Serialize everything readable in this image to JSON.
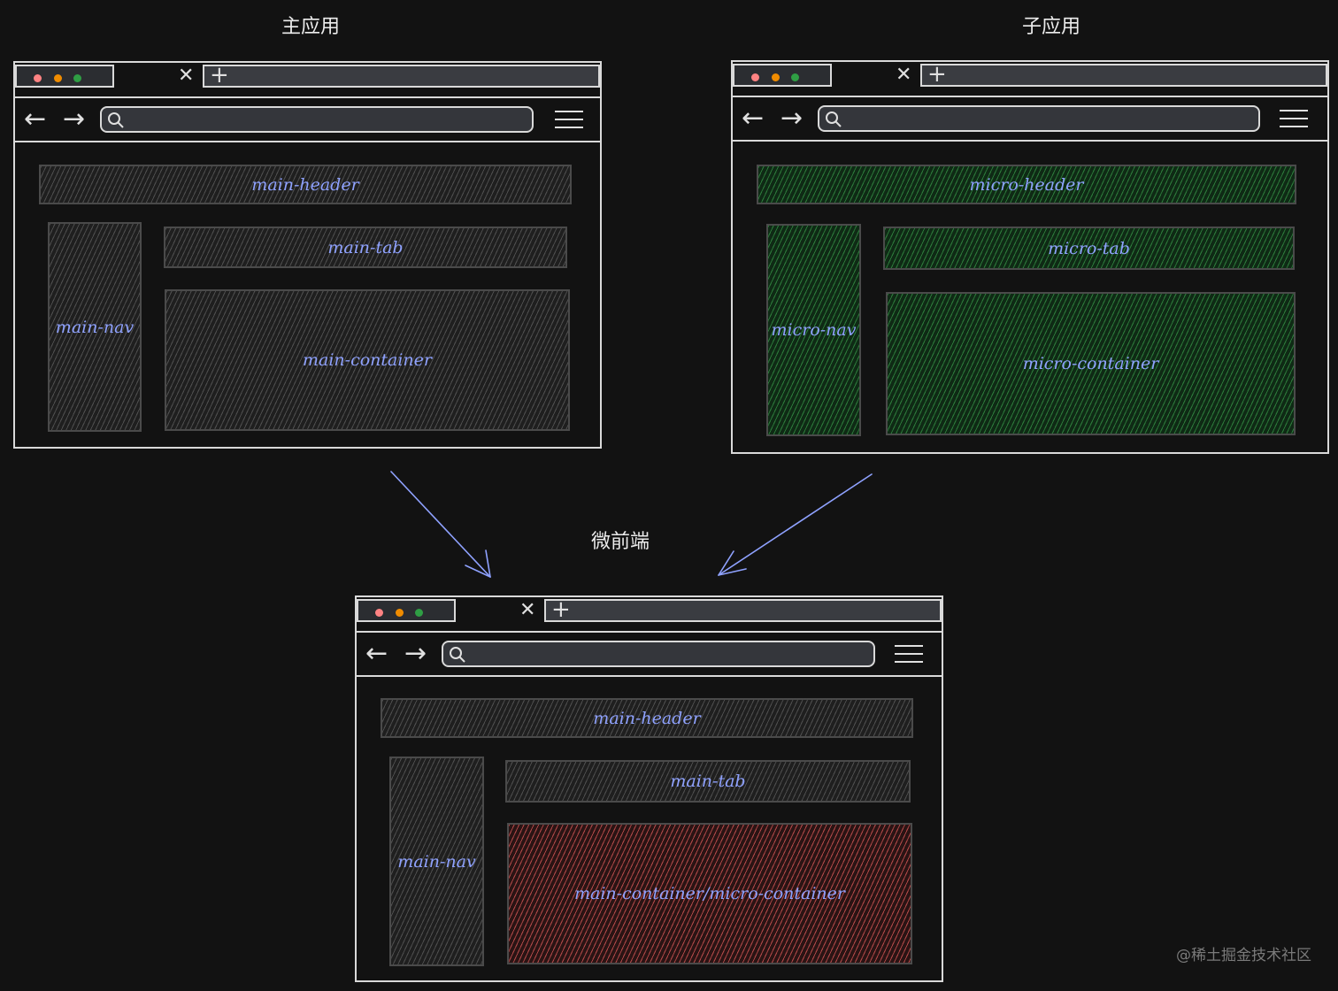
{
  "captions": {
    "main_app": "主应用",
    "micro_app": "子应用",
    "micro_frontend": "微前端"
  },
  "watermark": "@稀土掘金技术社区",
  "colors": {
    "background": "#121212",
    "label": "#8fa2ff",
    "arrow": "#8fa2ff",
    "gray_region": "#4e4e4e",
    "green_region": "#2c7a3a",
    "red_region": "#b04848"
  },
  "browser_main": {
    "header": "main-header",
    "tab": "main-tab",
    "nav": "main-nav",
    "container": "main-container"
  },
  "browser_micro": {
    "header": "micro-header",
    "tab": "micro-tab",
    "nav": "micro-nav",
    "container": "micro-container"
  },
  "browser_combined": {
    "header": "main-header",
    "tab": "main-tab",
    "nav": "main-nav",
    "container": "main-container/micro-container"
  },
  "icons": {
    "close": "close-icon",
    "new_tab": "plus-icon",
    "back": "arrow-left-icon",
    "forward": "arrow-right-icon",
    "search": "search-icon",
    "menu": "menu-icon"
  }
}
